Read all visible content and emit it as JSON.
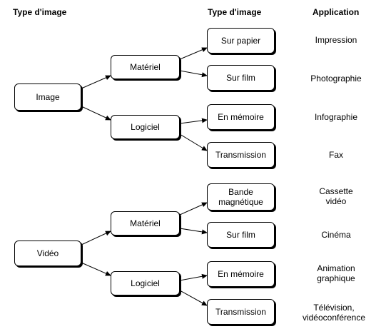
{
  "headers": {
    "col1": "Type d'image",
    "col3": "Type d'image",
    "col4": "Application"
  },
  "image_group": {
    "root": "Image",
    "materiel": "Matériel",
    "logiciel": "Logiciel",
    "types": [
      "Sur papier",
      "Sur film",
      "En mémoire",
      "Transmission"
    ],
    "applications": [
      "Impression",
      "Photographie",
      "Infographie",
      "Fax"
    ]
  },
  "video_group": {
    "root": "Vidéo",
    "materiel": "Matériel",
    "logiciel": "Logiciel",
    "types": [
      "Bande\nmagnétique",
      "Sur film",
      "En mémoire",
      "Transmission"
    ],
    "applications": [
      "Cassette\nvidéo",
      "Cinéma",
      "Animation\ngraphique",
      "Télévision,\nvidéoconférence"
    ]
  }
}
